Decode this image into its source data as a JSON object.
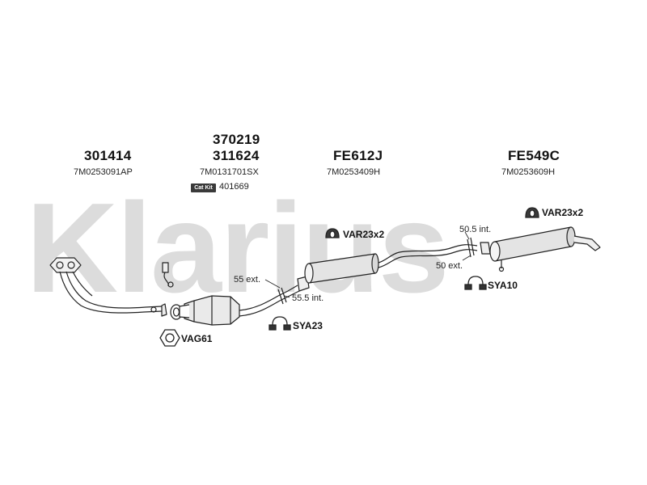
{
  "watermark": "Klarius",
  "parts": {
    "front_pipe": {
      "number": "301414",
      "oem": "7M0253091AP"
    },
    "catalyst": {
      "number_top": "370219",
      "number": "311624",
      "oem": "7M0131701SX",
      "catkit_badge": "Cat Kit",
      "catkit_number": "401669"
    },
    "middle_silencer": {
      "number": "FE612J",
      "oem": "7M0253409H"
    },
    "rear_silencer": {
      "number": "FE549C",
      "oem": "7M0253609H"
    }
  },
  "fittings": {
    "var_middle": "VAR23x2",
    "var_rear": "VAR23x2",
    "vag61": "VAG61",
    "sya23": "SYA23",
    "sya10": "SYA10"
  },
  "joints": {
    "ext55": "55 ext.",
    "int55_5": "55.5 int.",
    "int50_5": "50.5 int.",
    "ext50": "50 ext."
  }
}
